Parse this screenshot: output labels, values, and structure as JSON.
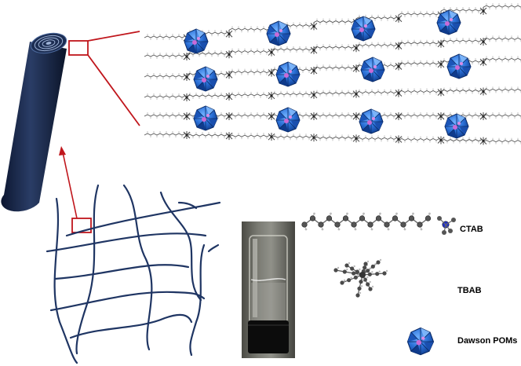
{
  "legend": {
    "ctab_label": "CTAB",
    "tbab_label": "TBAB",
    "pom_label": "Dawson POMs"
  },
  "colors": {
    "cylinder": "#1b2a4a",
    "fiber": "#1f3563",
    "callout": "#c0161c",
    "pom_blue": "#2a6fd6",
    "pom_dark": "#103c8c",
    "chain_grey": "#8a8a8a",
    "nitrogen": "#2233cc"
  },
  "icons": [
    "cylinder-icon",
    "fiber-network-icon",
    "gel-vial-photo",
    "dawson-pom-icon",
    "ctab-molecule-icon",
    "tbab-molecule-icon"
  ]
}
